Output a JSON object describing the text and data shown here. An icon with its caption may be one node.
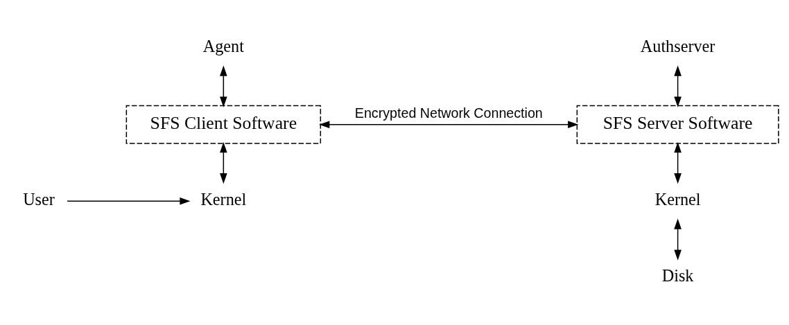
{
  "diagram": {
    "nodes": [
      {
        "text": [
          "Agent"
        ]
      },
      {
        "text": [
          "Authserver"
        ]
      },
      {
        "text": [
          "SFS Client Software"
        ]
      },
      {
        "text": [
          "SFS Server Software"
        ]
      },
      {
        "text": [
          "User"
        ]
      },
      {
        "text": [
          "Kernel"
        ]
      },
      {
        "text": [
          "Kernel"
        ]
      },
      {
        "text": [
          "Disk"
        ]
      }
    ],
    "edges": [
      {
        "from": 0,
        "to": 2,
        "arrow": "both"
      },
      {
        "from": 1,
        "to": 3,
        "arrow": "both"
      },
      {
        "from": 2,
        "to": 3,
        "arrow": "both",
        "label": "Encrypted Network Connection"
      },
      {
        "from": 2,
        "to": 5,
        "arrow": "both"
      },
      {
        "from": 4,
        "to": 5,
        "arrow": "to"
      },
      {
        "from": 3,
        "to": 6,
        "arrow": "both"
      },
      {
        "from": 6,
        "to": 7,
        "arrow": "both"
      }
    ]
  }
}
